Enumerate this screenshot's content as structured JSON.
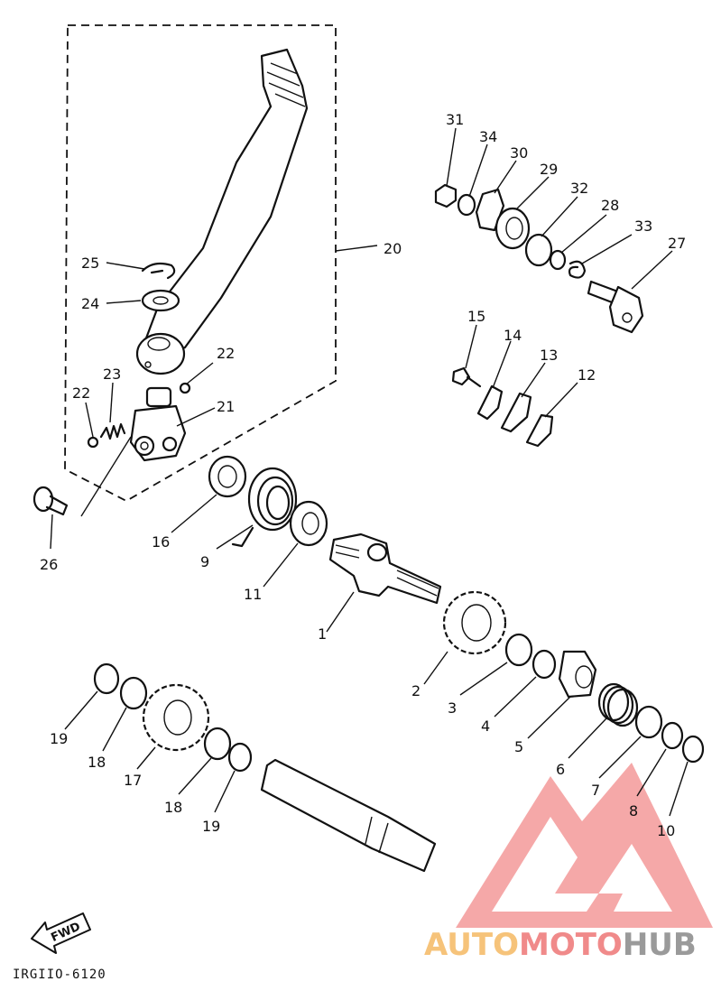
{
  "diagram": {
    "part_code": "IRGIIO-6120",
    "direction_marker": "FWD",
    "callouts": [
      {
        "id": "c31",
        "label": "31"
      },
      {
        "id": "c34",
        "label": "34"
      },
      {
        "id": "c30",
        "label": "30"
      },
      {
        "id": "c29",
        "label": "29"
      },
      {
        "id": "c32",
        "label": "32"
      },
      {
        "id": "c28",
        "label": "28"
      },
      {
        "id": "c33",
        "label": "33"
      },
      {
        "id": "c27",
        "label": "27"
      },
      {
        "id": "c20",
        "label": "20"
      },
      {
        "id": "c25",
        "label": "25"
      },
      {
        "id": "c24",
        "label": "24"
      },
      {
        "id": "c22a",
        "label": "22"
      },
      {
        "id": "c22b",
        "label": "22"
      },
      {
        "id": "c23",
        "label": "23"
      },
      {
        "id": "c21",
        "label": "21"
      },
      {
        "id": "c15",
        "label": "15"
      },
      {
        "id": "c14",
        "label": "14"
      },
      {
        "id": "c13",
        "label": "13"
      },
      {
        "id": "c12",
        "label": "12"
      },
      {
        "id": "c26",
        "label": "26"
      },
      {
        "id": "c16",
        "label": "16"
      },
      {
        "id": "c9",
        "label": "9"
      },
      {
        "id": "c11",
        "label": "11"
      },
      {
        "id": "c1",
        "label": "1"
      },
      {
        "id": "c2",
        "label": "2"
      },
      {
        "id": "c3",
        "label": "3"
      },
      {
        "id": "c4",
        "label": "4"
      },
      {
        "id": "c5",
        "label": "5"
      },
      {
        "id": "c6",
        "label": "6"
      },
      {
        "id": "c7",
        "label": "7"
      },
      {
        "id": "c8",
        "label": "8"
      },
      {
        "id": "c10",
        "label": "10"
      },
      {
        "id": "c19a",
        "label": "19"
      },
      {
        "id": "c18a",
        "label": "18"
      },
      {
        "id": "c17",
        "label": "17"
      },
      {
        "id": "c18b",
        "label": "18"
      },
      {
        "id": "c19b",
        "label": "19"
      }
    ]
  },
  "watermark": {
    "word_part_1": "AUTO",
    "word_part_2": "MOTO",
    "word_part_3": "HUB",
    "color_part_1": "#f6c37a",
    "color_part_2": "#f08a8a",
    "color_part_3": "#9a9a9a",
    "logo_color": "#f28b8b"
  }
}
